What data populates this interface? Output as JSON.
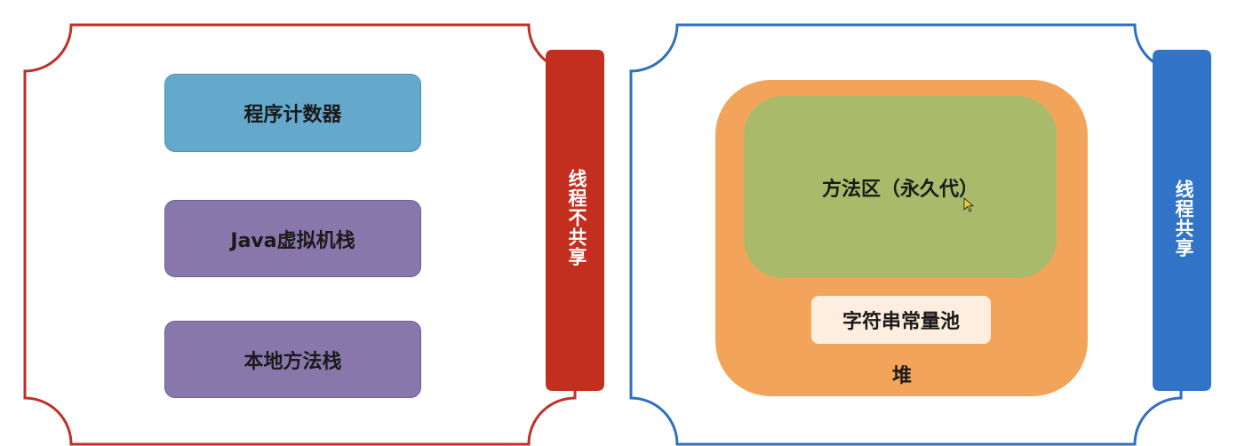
{
  "left_region": {
    "items": [
      "程序计数器",
      "Java虚拟机栈",
      "本地方法栈"
    ],
    "side_label": "线程不共享",
    "border_color": "#c0302a"
  },
  "right_region": {
    "heap_label": "堆",
    "method_area": "方法区（永久代）",
    "string_pool": "字符串常量池",
    "side_label": "线程共享",
    "border_color": "#2e70c0"
  },
  "colors": {
    "program_counter": "#64a8cc",
    "stack": "#8877ab",
    "heap": "#f2a55a",
    "method_area": "#a9bb6b",
    "string_pool": "#fdeee0"
  },
  "icons": {
    "cursor": "mouse-pointer-icon"
  }
}
